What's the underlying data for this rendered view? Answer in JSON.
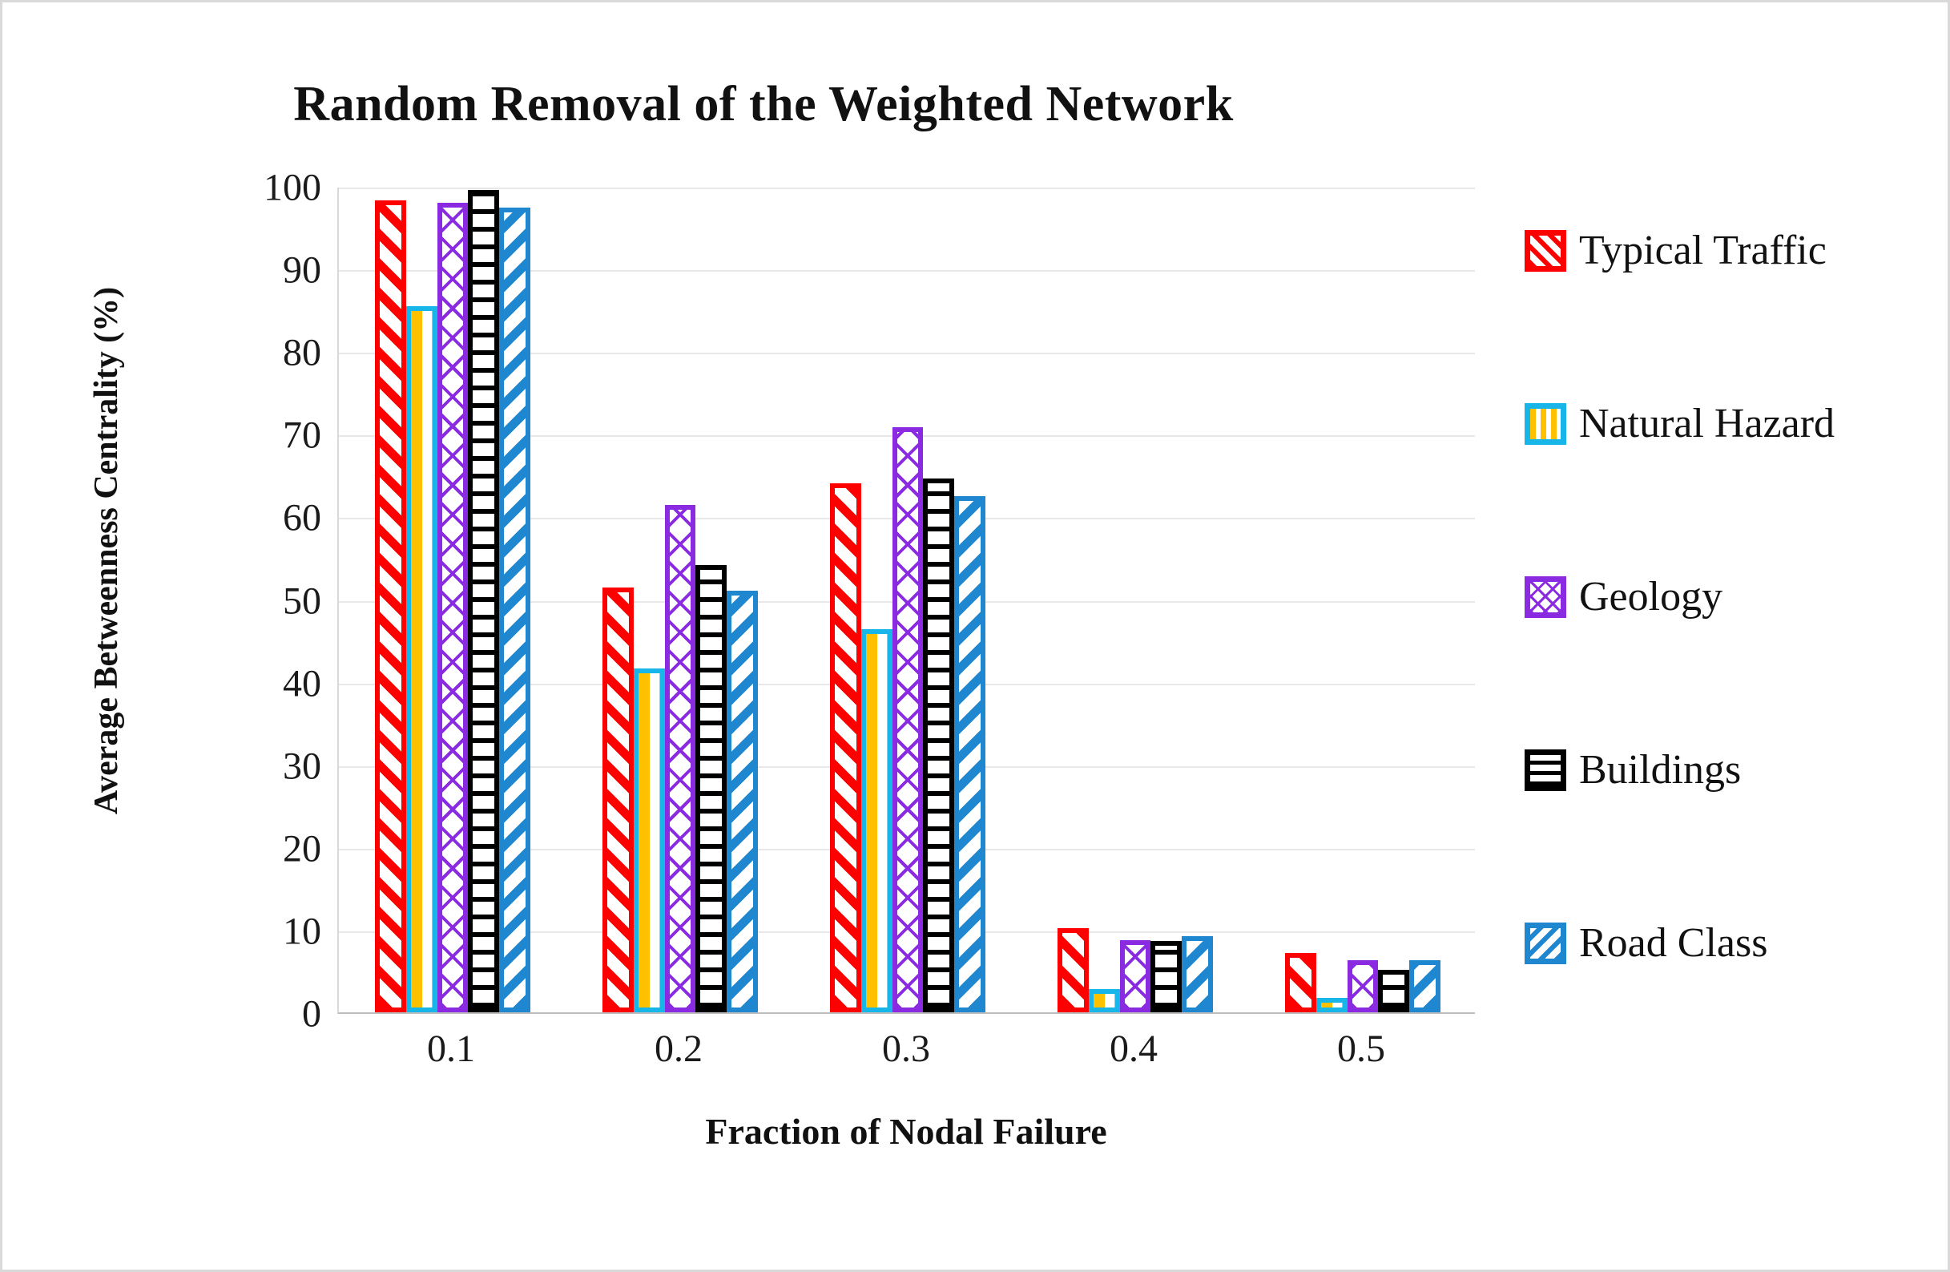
{
  "chart_data": {
    "type": "bar",
    "title": "Random Removal of the Weighted Network",
    "xlabel": "Fraction of Nodal Failure",
    "ylabel": "Average Betweenness Centrality (%)",
    "categories": [
      "0.1",
      "0.2",
      "0.3",
      "0.4",
      "0.5"
    ],
    "ylim": [
      0,
      100
    ],
    "yticks": [
      "0",
      "10",
      "20",
      "30",
      "40",
      "50",
      "60",
      "70",
      "80",
      "90",
      "100"
    ],
    "grid": true,
    "legend_position": "right",
    "series": [
      {
        "name": "Typical Traffic",
        "color": "#ff0000",
        "pattern": "forward-diagonal-stripes",
        "values": [
          98.3,
          51.4,
          64.0,
          10.2,
          7.2
        ]
      },
      {
        "name": "Natural Hazard",
        "color": "#ffc000",
        "border_color": "#18b5e8",
        "pattern": "vertical-stripes",
        "values": [
          85.5,
          41.6,
          46.4,
          2.8,
          1.7
        ]
      },
      {
        "name": "Geology",
        "color": "#8a2be2",
        "pattern": "diamond-crosshatch",
        "values": [
          98.0,
          61.4,
          70.8,
          8.7,
          6.3
        ]
      },
      {
        "name": "Buildings",
        "color": "#000000",
        "pattern": "horizontal-lines",
        "values": [
          99.5,
          54.1,
          64.6,
          8.6,
          5.1
        ]
      },
      {
        "name": "Road Class",
        "color": "#1f86d0",
        "pattern": "back-diagonal-stripes",
        "values": [
          97.4,
          51.0,
          62.5,
          9.2,
          6.3
        ]
      }
    ]
  }
}
